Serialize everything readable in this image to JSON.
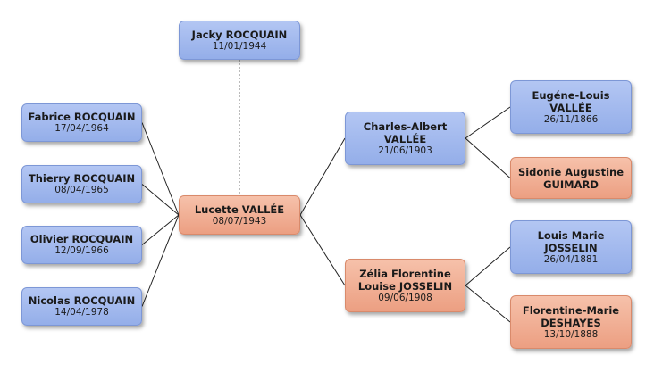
{
  "persons": {
    "jacky": {
      "name": [
        "Jacky ROCQUAIN"
      ],
      "date": "11/01/1944",
      "gender": "male"
    },
    "fabrice": {
      "name": [
        "Fabrice ROCQUAIN"
      ],
      "date": "17/04/1964",
      "gender": "male"
    },
    "thierry": {
      "name": [
        "Thierry ROCQUAIN"
      ],
      "date": "08/04/1965",
      "gender": "male"
    },
    "olivier": {
      "name": [
        "Olivier ROCQUAIN"
      ],
      "date": "12/09/1966",
      "gender": "male"
    },
    "nicolas": {
      "name": [
        "Nicolas ROCQUAIN"
      ],
      "date": "14/04/1978",
      "gender": "male"
    },
    "lucette": {
      "name": [
        "Lucette VALLÉE"
      ],
      "date": "08/07/1943",
      "gender": "female"
    },
    "charles": {
      "name": [
        "Charles-Albert",
        "VALLÉE"
      ],
      "date": "21/06/1903",
      "gender": "male"
    },
    "zelia": {
      "name": [
        "Zélia Florentine",
        "Louise JOSSELIN"
      ],
      "date": "09/06/1908",
      "gender": "female"
    },
    "eugene": {
      "name": [
        "Eugéne-Louis",
        "VALLÉE"
      ],
      "date": "26/11/1866",
      "gender": "male"
    },
    "sidonie": {
      "name": [
        "Sidonie Augustine",
        "GUIMARD"
      ],
      "date": "",
      "gender": "female"
    },
    "louis": {
      "name": [
        "Louis Marie",
        "JOSSELIN"
      ],
      "date": "26/04/1881",
      "gender": "male"
    },
    "florentine": {
      "name": [
        "Florentine-Marie",
        "DESHAYES"
      ],
      "date": "13/10/1888",
      "gender": "female"
    }
  },
  "links": [
    {
      "from": "jacky",
      "to": "lucette",
      "style": "dashed"
    },
    {
      "from": "fabrice",
      "to": "lucette",
      "style": "solid"
    },
    {
      "from": "thierry",
      "to": "lucette",
      "style": "solid"
    },
    {
      "from": "olivier",
      "to": "lucette",
      "style": "solid"
    },
    {
      "from": "nicolas",
      "to": "lucette",
      "style": "solid"
    },
    {
      "from": "lucette",
      "to": "charles",
      "style": "solid"
    },
    {
      "from": "lucette",
      "to": "zelia",
      "style": "solid"
    },
    {
      "from": "charles",
      "to": "eugene",
      "style": "solid"
    },
    {
      "from": "charles",
      "to": "sidonie",
      "style": "solid"
    },
    {
      "from": "zelia",
      "to": "louis",
      "style": "solid"
    },
    {
      "from": "zelia",
      "to": "florentine",
      "style": "solid"
    }
  ],
  "colors": {
    "male": "#a3baef",
    "female": "#f0ad91",
    "line": "#222222",
    "dashed_line": "#777777"
  }
}
